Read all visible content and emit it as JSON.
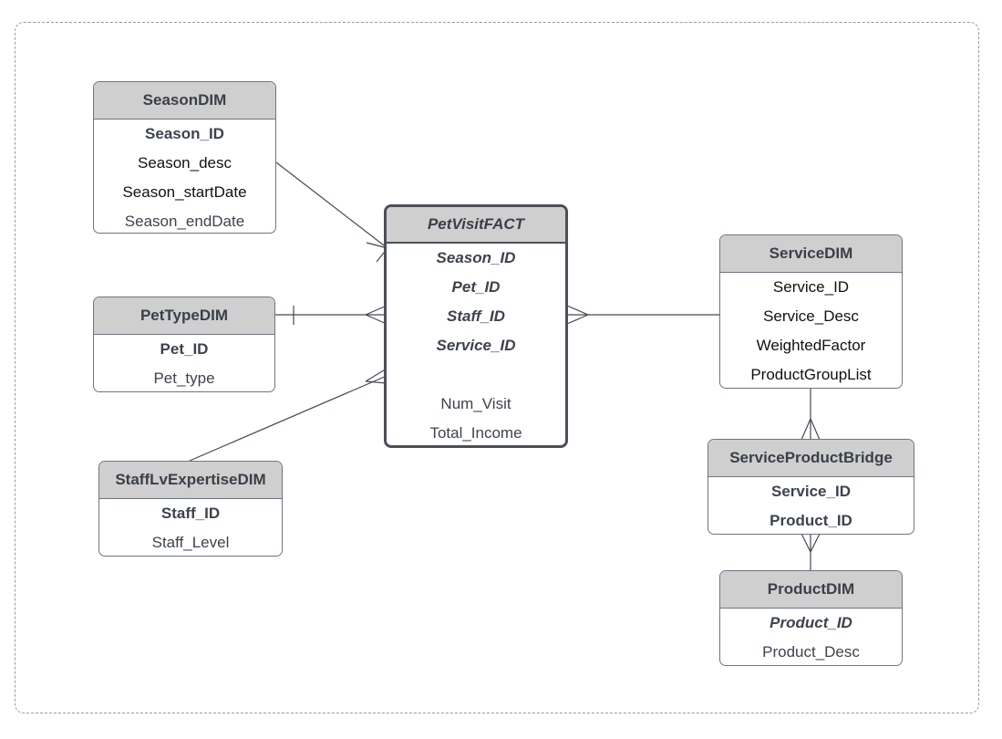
{
  "entities": {
    "season": {
      "title": "SeasonDIM",
      "fields": [
        "Season_ID",
        "Season_desc",
        "Season_startDate",
        "Season_endDate"
      ]
    },
    "pettype": {
      "title": "PetTypeDIM",
      "fields": [
        "Pet_ID",
        "Pet_type"
      ]
    },
    "staff": {
      "title": "StaffLvExpertiseDIM",
      "fields": [
        "Staff_ID",
        "Staff_Level"
      ]
    },
    "fact": {
      "title": "PetVisitFACT",
      "keys": [
        "Season_ID",
        "Pet_ID",
        "Staff_ID",
        "Service_ID"
      ],
      "measures": [
        "Num_Visit",
        "Total_Income"
      ]
    },
    "service": {
      "title": "ServiceDIM",
      "fields": [
        "Service_ID",
        "Service_Desc",
        "WeightedFactor",
        "ProductGroupList"
      ]
    },
    "bridge": {
      "title": "ServiceProductBridge",
      "fields": [
        "Service_ID",
        "Product_ID"
      ]
    },
    "product": {
      "title": "ProductDIM",
      "fields": [
        "Product_ID",
        "Product_Desc"
      ]
    }
  }
}
